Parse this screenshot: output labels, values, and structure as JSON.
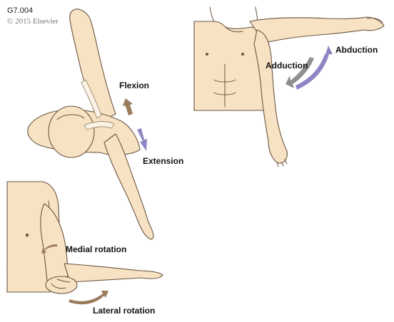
{
  "figure_code": "G7.004",
  "copyright": "© 2015 Elsevier",
  "labels": {
    "flexion": "Flexion",
    "extension": "Extension",
    "adduction": "Adduction",
    "abduction": "Abduction",
    "medial_rotation": "Medial rotation",
    "lateral_rotation": "Lateral rotation"
  },
  "colors": {
    "skin": "#f7e3c4",
    "outline": "#6b5540",
    "flexion_arrow": "#9a7b5c",
    "extension_arrow": "#8d86c4",
    "adduction_arrow": "#8f8f8f",
    "abduction_arrow": "#8d86c4",
    "rotation_arrow": "#9a7b5c"
  }
}
